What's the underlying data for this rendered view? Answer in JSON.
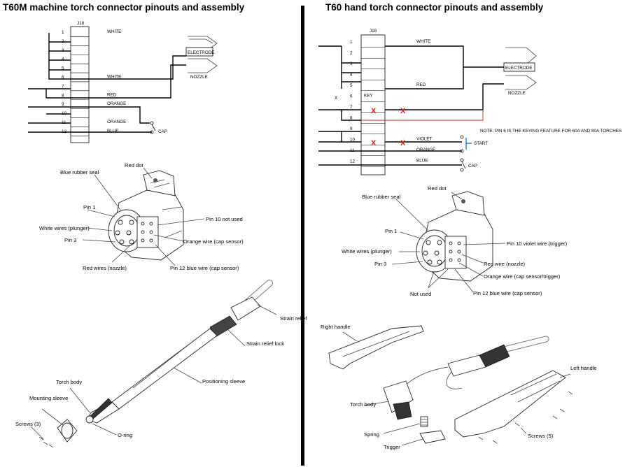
{
  "left": {
    "title": "T60M machine torch connector pinouts and assembly",
    "connector": "J18",
    "pins": [
      {
        "n": "1",
        "wire": "WHITE"
      },
      {
        "n": "2",
        "wire": ""
      },
      {
        "n": "3",
        "wire": ""
      },
      {
        "n": "4",
        "wire": ""
      },
      {
        "n": "5",
        "wire": ""
      },
      {
        "n": "6",
        "wire": "WHITE"
      },
      {
        "n": "7",
        "wire": ""
      },
      {
        "n": "8",
        "wire": "RED"
      },
      {
        "n": "9",
        "wire": "ORANGE"
      },
      {
        "n": "10",
        "wire": ""
      },
      {
        "n": "11",
        "wire": "ORANGE"
      },
      {
        "n": "12",
        "wire": "BLUE"
      }
    ],
    "electrode": "ELECTRODE",
    "nozzle": "NOZZLE",
    "cap": "CAP",
    "plug_labels": {
      "red_dot": "Red dot",
      "seal": "Blue rubber seal",
      "pin1": "Pin 1",
      "white": "White wires (plunger)",
      "pin3": "Pin 3",
      "red": "Red wires (nozzle)",
      "pin10": "Pin 10 not used",
      "orange": "Orange wire (cap sensor)",
      "pin12": "Pin 12 blue wire (cap sensor)"
    },
    "torch_labels": {
      "strain_relief": "Strain relief",
      "strain_relief_lock": "Strain relief lock",
      "positioning_sleeve": "Positioning sleeve",
      "torch_body": "Torch body",
      "mounting_sleeve": "Mounting sleeve",
      "screws": "Screws (3)",
      "oring": "O-ring"
    }
  },
  "right": {
    "title": "T60 hand torch connector pinouts and assembly",
    "connector": "J18",
    "pins": [
      {
        "n": "1",
        "wire": "WHITE"
      },
      {
        "n": "2",
        "wire": ""
      },
      {
        "n": "3",
        "wire": ""
      },
      {
        "n": "4",
        "wire": ""
      },
      {
        "n": "5",
        "wire": "RED"
      },
      {
        "n": "6",
        "wire": "KEY"
      },
      {
        "n": "7",
        "wire": ""
      },
      {
        "n": "8",
        "wire": ""
      },
      {
        "n": "9",
        "wire": ""
      },
      {
        "n": "10",
        "wire": "VIOLET"
      },
      {
        "n": "11",
        "wire": "ORANGE"
      },
      {
        "n": "12",
        "wire": "BLUE"
      }
    ],
    "key_x": "X",
    "electrode": "ELECTRODE",
    "nozzle": "NOZZLE",
    "start": "START",
    "cap": "CAP",
    "note": "NOTE: PIN 6 IS THE KEYING FEATURE FOR 60A AND 80A TORCHES",
    "plug_labels": {
      "red_dot": "Red dot",
      "seal": "Blue rubber seal",
      "pin1": "Pin 1",
      "white": "White wires (plunger)",
      "pin3": "Pin 3",
      "not_used": "Not used",
      "pin10": "Pin 10 violet wire (trigger)",
      "red": "Red wire (nozzle)",
      "orange": "Orange wire (cap sensor/trigger)",
      "pin12": "Pin 12 blue wire (cap sensor)"
    },
    "torch_labels": {
      "right_handle": "Right handle",
      "left_handle": "Left handle",
      "torch_body": "Torch body",
      "spring": "Spring",
      "trigger": "Trigger",
      "screws": "Screws (5)"
    }
  },
  "colors": {
    "cross": "#e0201a",
    "start_switch": "#1e7fd6",
    "red_wire": "#e0201a"
  }
}
